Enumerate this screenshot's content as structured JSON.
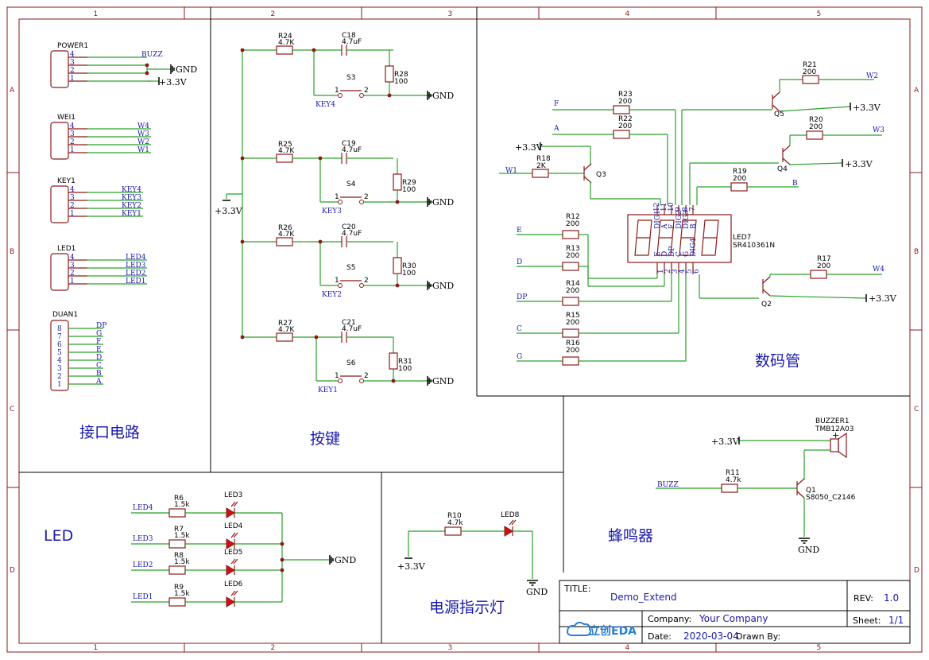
{
  "ruler": {
    "cols": [
      "1",
      "2",
      "3",
      "4",
      "5"
    ],
    "rows": [
      "A",
      "B",
      "C",
      "D"
    ]
  },
  "sections": {
    "interface": "接口电路",
    "keys": "按键",
    "display": "数码管",
    "led": "LED",
    "power_led": "电源指示灯",
    "buzzer": "蜂鸣器"
  },
  "power": {
    "gnd": "GND",
    "v33": "+3.3V"
  },
  "title_block": {
    "title_label": "TITLE:",
    "title": "Demo_Extend",
    "rev_label": "REV:",
    "rev": "1.0",
    "company_label": "Company:",
    "company": "Your Company",
    "sheet_label": "Sheet:",
    "sheet": "1/1",
    "date_label": "Date:",
    "date": "2020-03-04",
    "drawn_label": "Drawn By:",
    "logo": "立创EDA"
  },
  "connectors": {
    "power1": {
      "ref": "POWER1",
      "pins": [
        "4",
        "3",
        "2",
        "1"
      ],
      "nets": [
        "BUZZ",
        "",
        "",
        ""
      ]
    },
    "wei1": {
      "ref": "WEI1",
      "pins": [
        "4",
        "3",
        "2",
        "1"
      ],
      "nets": [
        "W4",
        "W3",
        "W2",
        "W1"
      ]
    },
    "key1": {
      "ref": "KEY1",
      "pins": [
        "4",
        "3",
        "2",
        "1"
      ],
      "nets": [
        "KEY4",
        "KEY3",
        "KEY2",
        "KEY1"
      ]
    },
    "led1": {
      "ref": "LED1",
      "pins": [
        "4",
        "3",
        "2",
        "1"
      ],
      "nets": [
        "LED4",
        "LED3",
        "LED2",
        "LED1"
      ]
    },
    "duan1": {
      "ref": "DUAN1",
      "pins": [
        "8",
        "7",
        "6",
        "5",
        "4",
        "3",
        "2",
        "1"
      ],
      "nets": [
        "DP",
        "G",
        "F",
        "E",
        "D",
        "C",
        "B",
        "A"
      ]
    }
  },
  "keys": {
    "rows": [
      {
        "r": "R24",
        "rv": "4.7K",
        "c": "C18",
        "cv": "4.7uF",
        "r2": "R28",
        "r2v": "100",
        "s": "S3",
        "net": "KEY4"
      },
      {
        "r": "R25",
        "rv": "4.7K",
        "c": "C19",
        "cv": "4.7uF",
        "r2": "R29",
        "r2v": "100",
        "s": "S4",
        "net": "KEY3"
      },
      {
        "r": "R26",
        "rv": "4.7K",
        "c": "C20",
        "cv": "4.7uF",
        "r2": "R30",
        "r2v": "100",
        "s": "S5",
        "net": "KEY2"
      },
      {
        "r": "R27",
        "rv": "4.7K",
        "c": "C21",
        "cv": "4.7uF",
        "r2": "R31",
        "r2v": "100",
        "s": "S6",
        "net": "KEY1"
      }
    ],
    "sw_pin1": "1",
    "sw_pin2": "2"
  },
  "display": {
    "led": "LED7",
    "part": "SR410361N",
    "top_pins": [
      "12",
      "11",
      "10",
      "9",
      "8",
      "7"
    ],
    "top_names": [
      "DIG1",
      "A",
      "F",
      "DIG2",
      "DIG3",
      "B"
    ],
    "bot_pins": [
      "1",
      "2",
      "3",
      "4",
      "5",
      "6"
    ],
    "bot_names": [
      "E",
      "D",
      "DP",
      "C",
      "G",
      "DIG4"
    ],
    "R23": {
      "ref": "R23",
      "val": "200",
      "net": "F"
    },
    "R22": {
      "ref": "R22",
      "val": "200",
      "net": "A"
    },
    "R18": {
      "ref": "R18",
      "val": "2K",
      "net": "W1"
    },
    "Q3": "Q3",
    "R21": {
      "ref": "R21",
      "val": "200",
      "net": "W2"
    },
    "Q5": "Q5",
    "R20": {
      "ref": "R20",
      "val": "200",
      "net": "W3"
    },
    "Q4": "Q4",
    "R19": {
      "ref": "R19",
      "val": "200",
      "net": "B"
    },
    "R12": {
      "ref": "R12",
      "val": "200",
      "net": "E"
    },
    "R13": {
      "ref": "R13",
      "val": "200",
      "net": "D"
    },
    "R14": {
      "ref": "R14",
      "val": "200",
      "net": "DP"
    },
    "R15": {
      "ref": "R15",
      "val": "200",
      "net": "C"
    },
    "R16": {
      "ref": "R16",
      "val": "200",
      "net": "G"
    },
    "R17": {
      "ref": "R17",
      "val": "200",
      "net": "W4"
    },
    "Q2": "Q2"
  },
  "leds": [
    {
      "net": "LED4",
      "r": "R6",
      "rv": "1.5k",
      "d": "LED3"
    },
    {
      "net": "LED3",
      "r": "R7",
      "rv": "1.5k",
      "d": "LED4"
    },
    {
      "net": "LED2",
      "r": "R8",
      "rv": "1.5k",
      "d": "LED5"
    },
    {
      "net": "LED1",
      "r": "R9",
      "rv": "1.5k",
      "d": "LED6"
    }
  ],
  "power_led": {
    "r": "R10",
    "rv": "4.7k",
    "d": "LED8"
  },
  "buzzer": {
    "ref": "BUZZER1",
    "part": "TMB12A03",
    "r": "R11",
    "rv": "4.7k",
    "net": "BUZZ",
    "q": "Q1",
    "qpart": "S8050_C2146",
    "plus": "+"
  }
}
